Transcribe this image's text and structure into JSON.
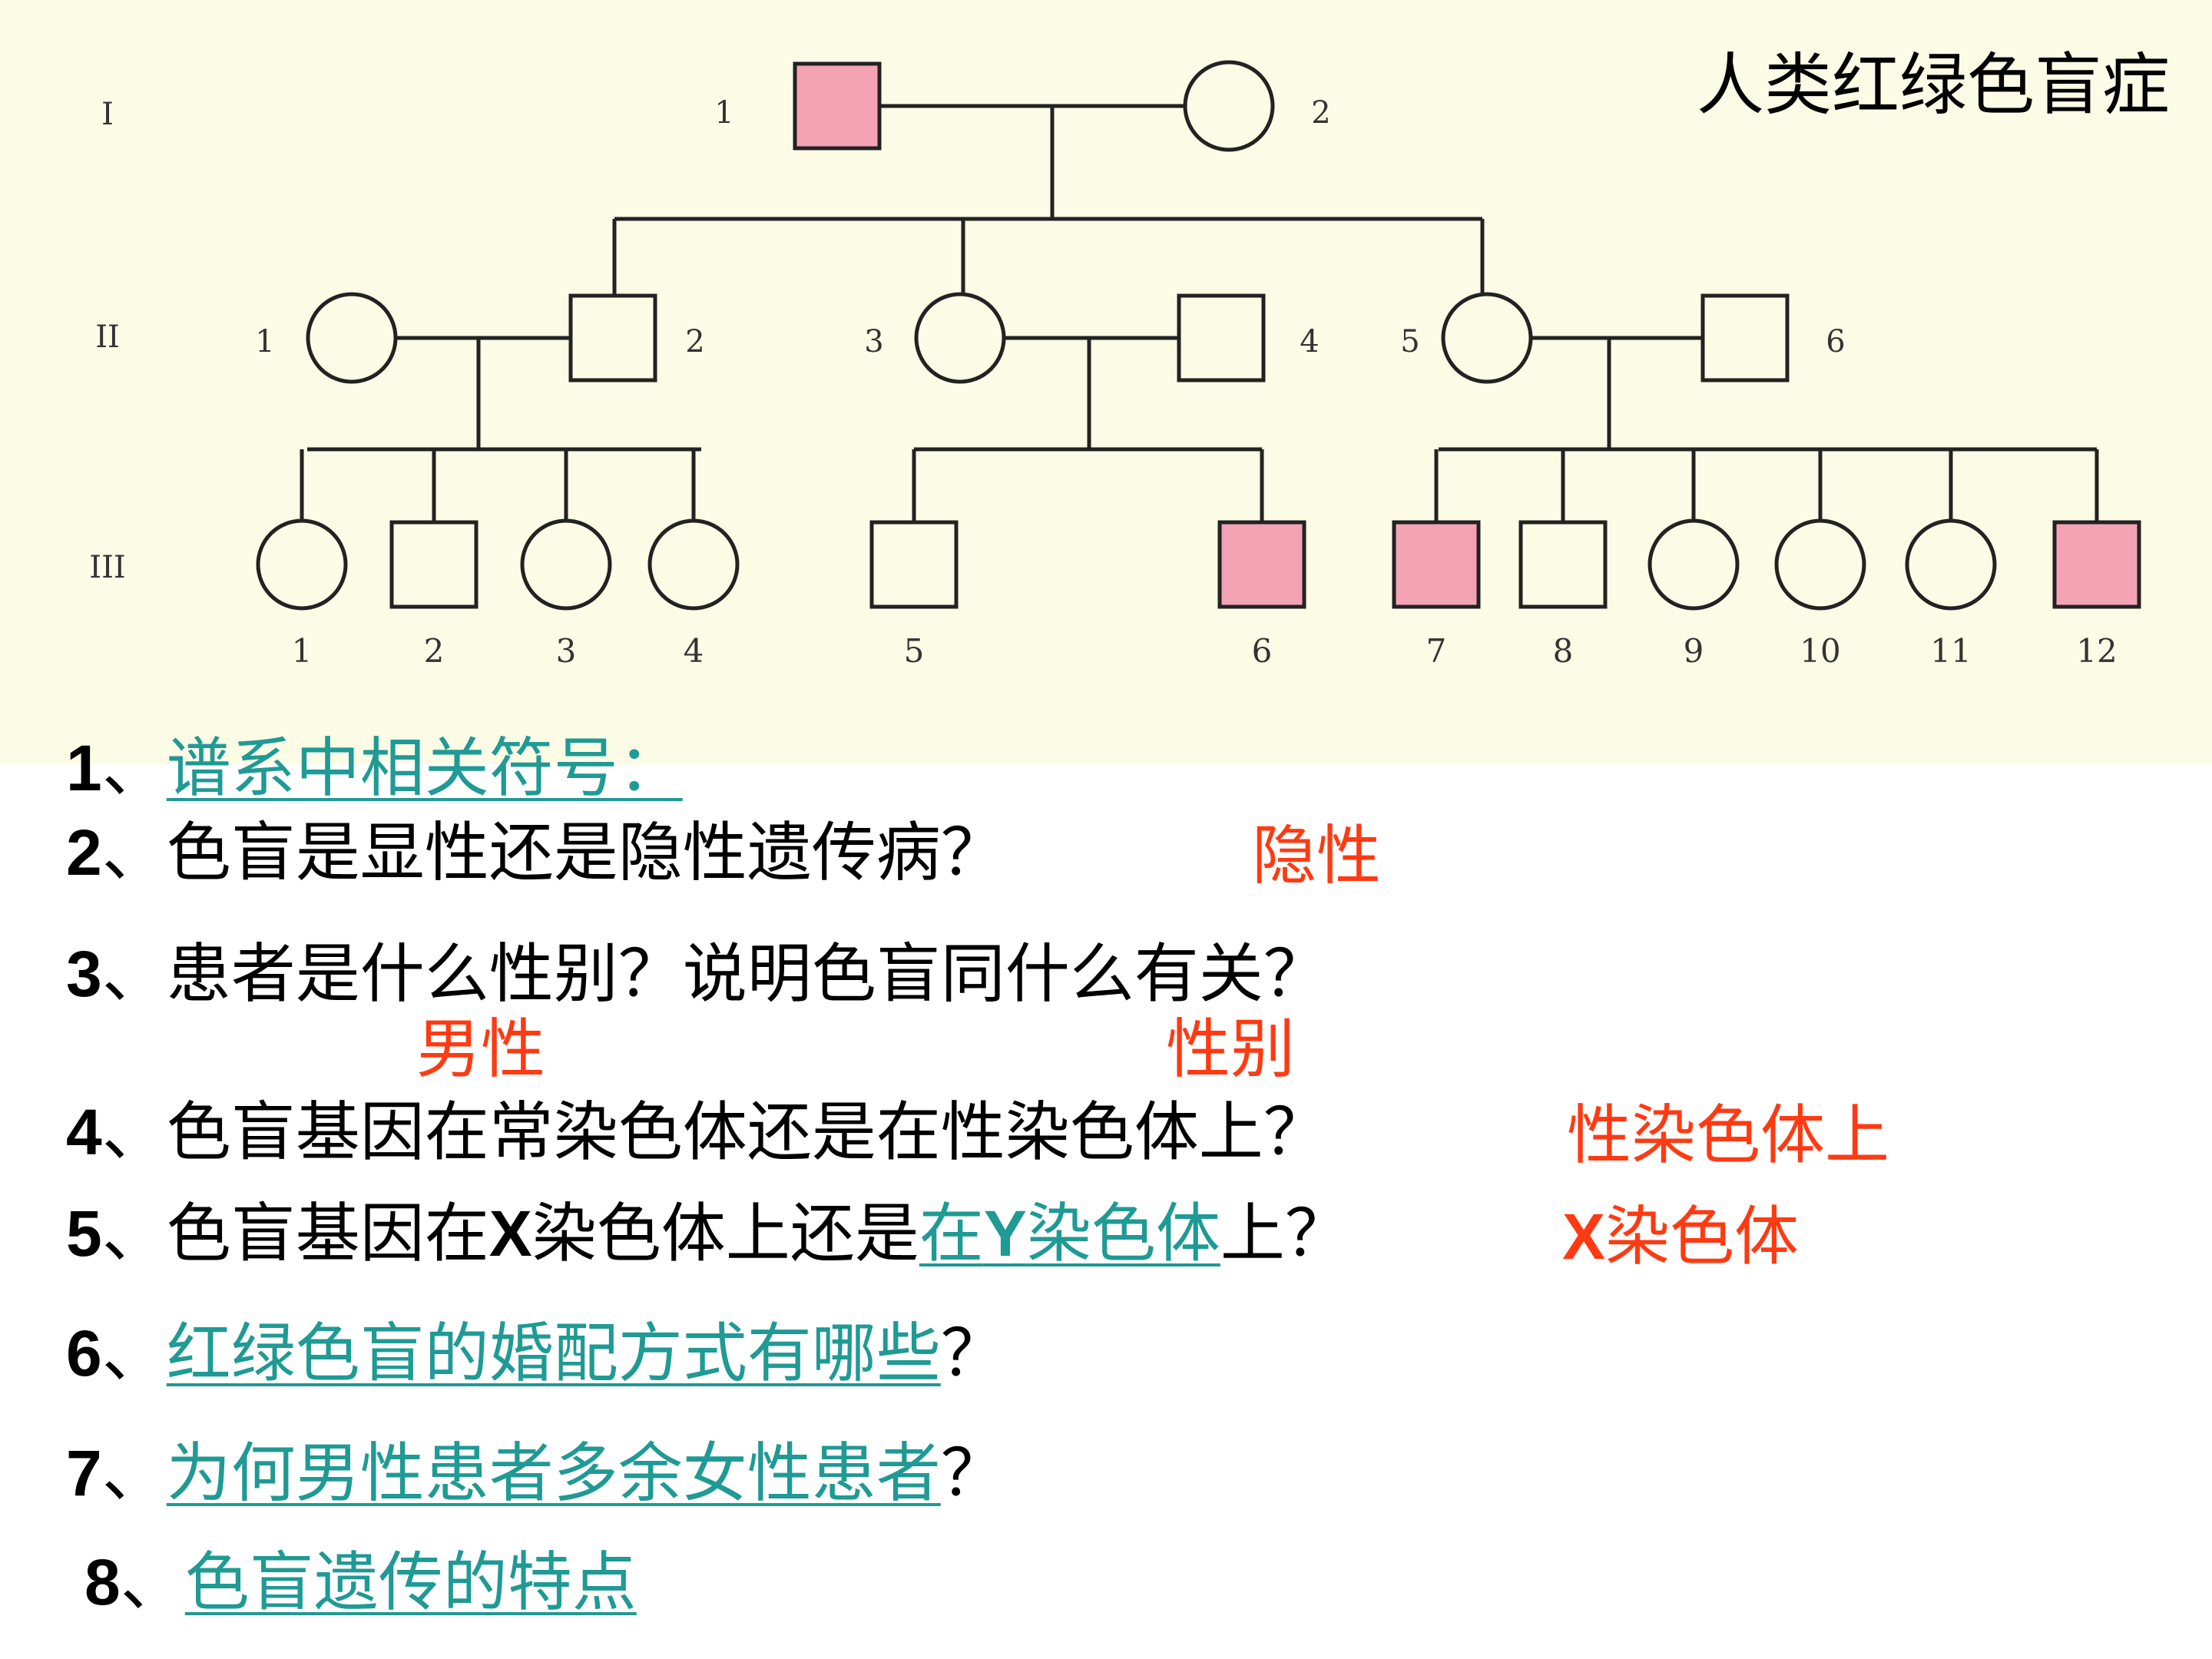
{
  "title": "人类红绿色盲症",
  "pedigree": {
    "generations": [
      "I",
      "II",
      "III"
    ],
    "gen1": [
      {
        "label": "1",
        "sex": "male",
        "affected": true
      },
      {
        "label": "2",
        "sex": "female",
        "affected": false
      }
    ],
    "gen2": [
      {
        "label": "1",
        "sex": "female",
        "affected": false
      },
      {
        "label": "2",
        "sex": "male",
        "affected": false
      },
      {
        "label": "3",
        "sex": "female",
        "affected": false
      },
      {
        "label": "4",
        "sex": "male",
        "affected": false
      },
      {
        "label": "5",
        "sex": "female",
        "affected": false
      },
      {
        "label": "6",
        "sex": "male",
        "affected": false
      }
    ],
    "gen3": [
      {
        "label": "1",
        "sex": "female",
        "affected": false
      },
      {
        "label": "2",
        "sex": "male",
        "affected": false
      },
      {
        "label": "3",
        "sex": "female",
        "affected": false
      },
      {
        "label": "4",
        "sex": "female",
        "affected": false
      },
      {
        "label": "5",
        "sex": "male",
        "affected": false
      },
      {
        "label": "6",
        "sex": "male",
        "affected": true
      },
      {
        "label": "7",
        "sex": "male",
        "affected": true
      },
      {
        "label": "8",
        "sex": "male",
        "affected": false
      },
      {
        "label": "9",
        "sex": "female",
        "affected": false
      },
      {
        "label": "10",
        "sex": "female",
        "affected": false
      },
      {
        "label": "11",
        "sex": "female",
        "affected": false
      },
      {
        "label": "12",
        "sex": "male",
        "affected": true
      }
    ],
    "colors": {
      "affected_fill": "#f4a3b5",
      "background": "#fcfbe6",
      "line": "#222222"
    }
  },
  "questions": [
    {
      "num": "1",
      "sep": "、",
      "link": "谱系中相关符号："
    },
    {
      "num": "2",
      "sep": "、",
      "text": "色盲是显性还是隐性遗传病？"
    },
    {
      "num": "3",
      "sep": "、",
      "text": "患者是什么性别？说明色盲同什么有关？"
    },
    {
      "num": "4",
      "sep": "、",
      "text": "色盲基因在常染色体还是在性染色体上？"
    },
    {
      "num": "5",
      "sep": "、",
      "pre": "色盲基因在",
      "x": "X",
      "mid": "染色体上还是",
      "link_a": "在",
      "link_y": "Y",
      "link_b": "染色体",
      "post": "上？"
    },
    {
      "num": "6",
      "sep": "、",
      "link": "红绿色盲的婚配方式有哪些",
      "post": "？"
    },
    {
      "num": "7",
      "sep": "、",
      "link": "为何男性患者多余女性患者",
      "post": "？"
    },
    {
      "num": "8",
      "sep": "、",
      "link": "色盲遗传的特点"
    }
  ],
  "answers": {
    "q2": "隐性",
    "q3_a": "男性",
    "q3_b": "性别",
    "q4": "性染色体上",
    "q5_x": "X",
    "q5_rest": "染色体"
  },
  "colors": {
    "answer": "#ff3a12",
    "link": "#1f9a94"
  }
}
